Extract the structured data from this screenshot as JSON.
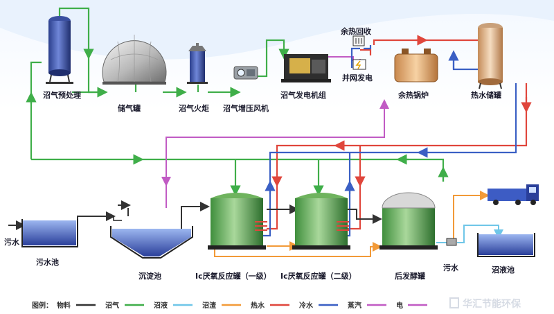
{
  "labels": {
    "pretreat": "沼气预处理",
    "storage": "储气罐",
    "torch": "沼气火炬",
    "booster": "沼气增压风机",
    "genset": "沼气发电机组",
    "heat_recovery": "余热回收",
    "grid": "并网发电",
    "boiler": "余热锅炉",
    "hot_tank": "热水储罐",
    "sewage_in": "污水",
    "sewage_pool": "污水池",
    "sediment": "沉淀池",
    "ic1": "Ic厌氧反应罐（一级）",
    "ic2": "Ic厌氧反应罐（二级）",
    "post": "后发酵罐",
    "sewage_out": "污水",
    "slurry_pool": "沼液池"
  },
  "legend": {
    "title": "图例：",
    "items": [
      {
        "label": "物料",
        "color": "#333333"
      },
      {
        "label": "沼气",
        "color": "#3fae49"
      },
      {
        "label": "沼液",
        "color": "#6fc6e8"
      },
      {
        "label": "沼渣",
        "color": "#f29a38"
      },
      {
        "label": "热水",
        "color": "#e0463c"
      },
      {
        "label": "冷水",
        "color": "#3a5fc4"
      },
      {
        "label": "蒸汽",
        "color": "#c15bc4"
      },
      {
        "label": "电",
        "color": "#c15bc4"
      }
    ]
  },
  "colors": {
    "biogas": "#3fae49",
    "material": "#333333",
    "slurry_liquid": "#6fc6e8",
    "slurry_residue": "#f29a38",
    "hot_water": "#e0463c",
    "cold_water": "#3a5fc4",
    "steam": "#c15bc4"
  },
  "watermark": "华汇节能环保"
}
